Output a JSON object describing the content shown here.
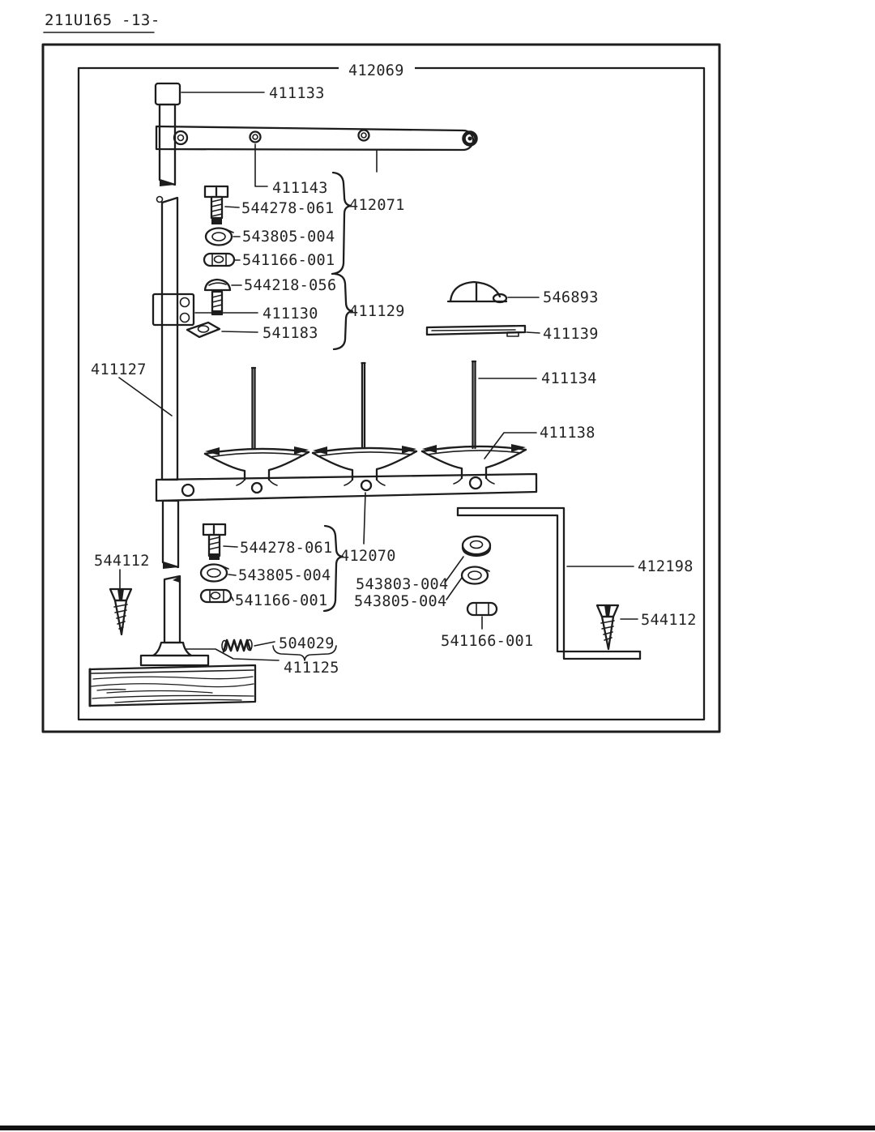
{
  "page": {
    "doc_ref": "211U165",
    "page_no": "-13-"
  },
  "colors": {
    "ink": "#1d1d1d",
    "paper": "#ffffff"
  },
  "parts": {
    "assembly": "412069",
    "pole_cap": "411133",
    "arm": "411143",
    "upper_screw": "544278-061",
    "upper_group": "412071",
    "upper_lock_washer": "543805-004",
    "upper_nut": "541166-001",
    "clamp_screw": "544218-056",
    "clamp": "411130",
    "clamp_group": "411129",
    "clamp_nut": "541183",
    "thread_guide": "546893",
    "guide_plate": "411139",
    "pole": "411127",
    "spool_pin": "411134",
    "spool_disc": "411138",
    "wood_screw_left": "544112",
    "lower_screw": "544278-061",
    "lower_group": "412070",
    "lower_lock_washer": "543805-004",
    "lower_nut": "541166-001",
    "flat_washer": "543803-004",
    "mid_lock_washer": "543805-004",
    "mid_nut": "541166-001",
    "angle_bracket": "412198",
    "wood_screw_right": "544112",
    "spring": "504029",
    "base": "411125"
  }
}
